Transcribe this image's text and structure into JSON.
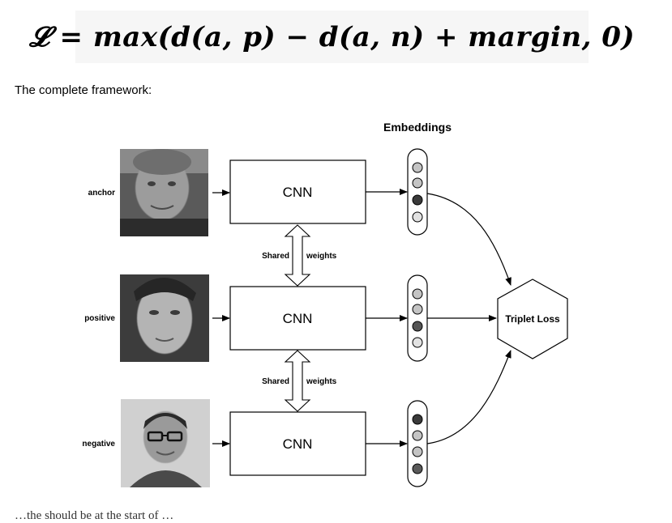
{
  "formula": {
    "text": "𝓛 = max(d(a, p) − d(a, n) + margin, 0)"
  },
  "caption": "The complete framework:",
  "diagram": {
    "embeddings_title": "Embeddings",
    "rows": [
      {
        "label": "anchor",
        "cnn": "CNN",
        "dots": [
          "#c4c4c4",
          "#c4c4c4",
          "#3a3a3a",
          "#e2e2e2"
        ]
      },
      {
        "label": "positive",
        "cnn": "CNN",
        "dots": [
          "#c4c4c4",
          "#c4c4c4",
          "#555555",
          "#e2e2e2"
        ]
      },
      {
        "label": "negative",
        "cnn": "CNN",
        "dots": [
          "#3a3a3a",
          "#c4c4c4",
          "#c4c4c4",
          "#5a5a5a"
        ]
      }
    ],
    "shared_left": "Shared",
    "shared_right": "weights",
    "loss_label": "Triplet Loss"
  },
  "bottom_text": "…the should be at the start of …"
}
